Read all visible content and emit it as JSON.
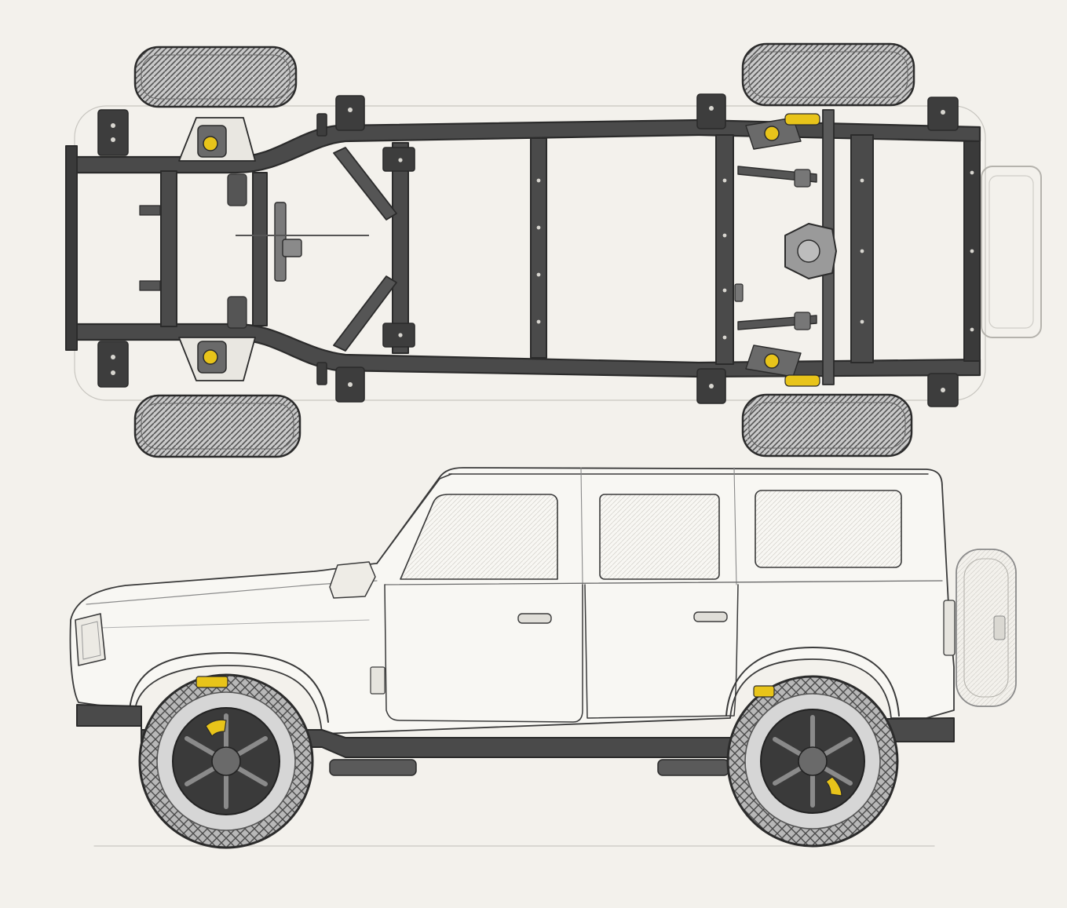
{
  "colors": {
    "paper": "#f3f1ec",
    "ink": "#2b2b2b",
    "ink_light": "#9a9a9a",
    "frame_fill": "#4a4a4a",
    "tire_fill": "#bdbdbd",
    "accent_yellow": "#e8c41a",
    "body_fill": "#f8f7f3",
    "glass_fill": "#efeeea"
  },
  "views": {
    "top": {
      "subject": "frame-chassis-plan-view",
      "wheels": 4,
      "spare_tire": true
    },
    "side": {
      "subject": "vehicle-side-elevation",
      "doors": 2,
      "wheels": 2,
      "spare_tire": true
    }
  },
  "icons": {
    "shock_absorber": "yellow-shock-icon",
    "brake_caliper": "yellow-caliper-icon",
    "differential": "differential-icon"
  }
}
